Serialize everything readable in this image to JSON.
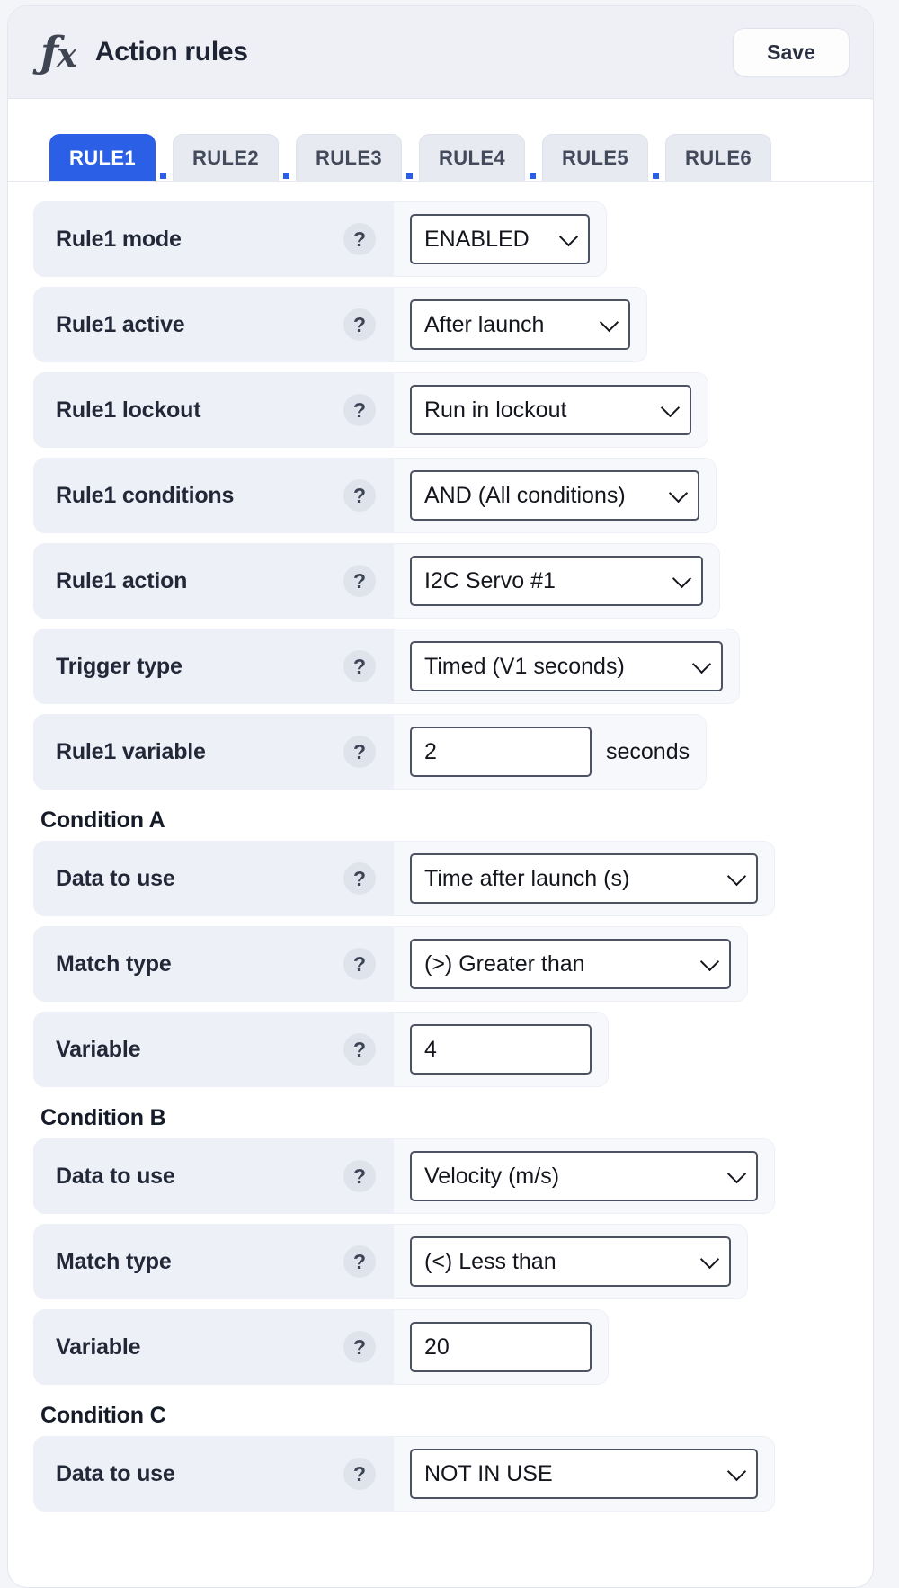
{
  "header": {
    "icon": "fx-icon",
    "title": "Action rules",
    "save_label": "Save"
  },
  "tabs": {
    "active_index": 0,
    "items": [
      {
        "label": "RULE1"
      },
      {
        "label": "RULE2"
      },
      {
        "label": "RULE3"
      },
      {
        "label": "RULE4"
      },
      {
        "label": "RULE5"
      },
      {
        "label": "RULE6"
      }
    ]
  },
  "help_badge_label": "?",
  "colors": {
    "accent": "#2a5fe6",
    "page_bg": "#f4f5f8",
    "header_bg": "#eef0f6",
    "row_bg": "#f7f8fb",
    "row_label_bg": "#eef0f7",
    "badge_bg": "#dfe3ec",
    "text": "#222838"
  },
  "rules_form": {
    "rows": [
      {
        "label": "Rule1 mode",
        "type": "select",
        "value": "ENABLED"
      },
      {
        "label": "Rule1 active",
        "type": "select",
        "value": "After launch"
      },
      {
        "label": "Rule1 lockout",
        "type": "select",
        "value": "Run in lockout"
      },
      {
        "label": "Rule1 conditions",
        "type": "select",
        "value": "AND (All conditions)"
      },
      {
        "label": "Rule1 action",
        "type": "select",
        "value": "I2C Servo #1"
      },
      {
        "label": "Trigger type",
        "type": "select",
        "value": "Timed (V1 seconds)"
      },
      {
        "label": "Rule1 variable",
        "type": "input",
        "value": "2",
        "suffix": "seconds"
      }
    ]
  },
  "conditions": [
    {
      "title": "Condition A",
      "rows": [
        {
          "label": "Data to use",
          "type": "select",
          "value": "Time after launch (s)"
        },
        {
          "label": "Match type",
          "type": "select",
          "value": "(>) Greater than"
        },
        {
          "label": "Variable",
          "type": "input",
          "value": "4"
        }
      ]
    },
    {
      "title": "Condition B",
      "rows": [
        {
          "label": "Data to use",
          "type": "select",
          "value": "Velocity (m/s)"
        },
        {
          "label": "Match type",
          "type": "select",
          "value": "(<) Less than"
        },
        {
          "label": "Variable",
          "type": "input",
          "value": "20"
        }
      ]
    },
    {
      "title": "Condition C",
      "rows": [
        {
          "label": "Data to use",
          "type": "select",
          "value": "NOT IN USE"
        }
      ]
    }
  ]
}
